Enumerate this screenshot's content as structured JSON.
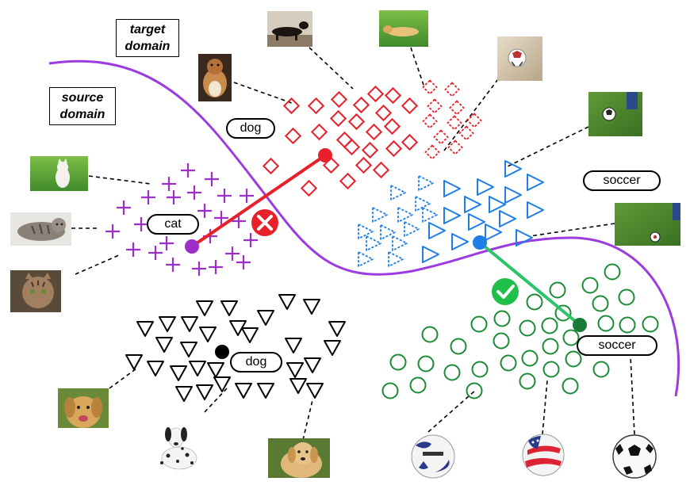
{
  "labels": {
    "target_domain": [
      "target",
      "domain"
    ],
    "source_domain": [
      "source",
      "domain"
    ],
    "dog_target": "dog",
    "cat": "cat",
    "dog_source": "dog",
    "soccer_target": "soccer",
    "soccer_source": "soccer"
  },
  "colors": {
    "dog_target": "#e8202a",
    "cat": "#9b2fc7",
    "soccer_target": "#1e7ee8",
    "soccer_source": "#1a8c36",
    "dog_source": "#000000",
    "boundary": "#9b3be0",
    "wrong_badge": "#e8202a",
    "right_badge": "#1fbf4a"
  },
  "markers": {
    "wrong": "cross-badge",
    "right": "check-badge"
  }
}
